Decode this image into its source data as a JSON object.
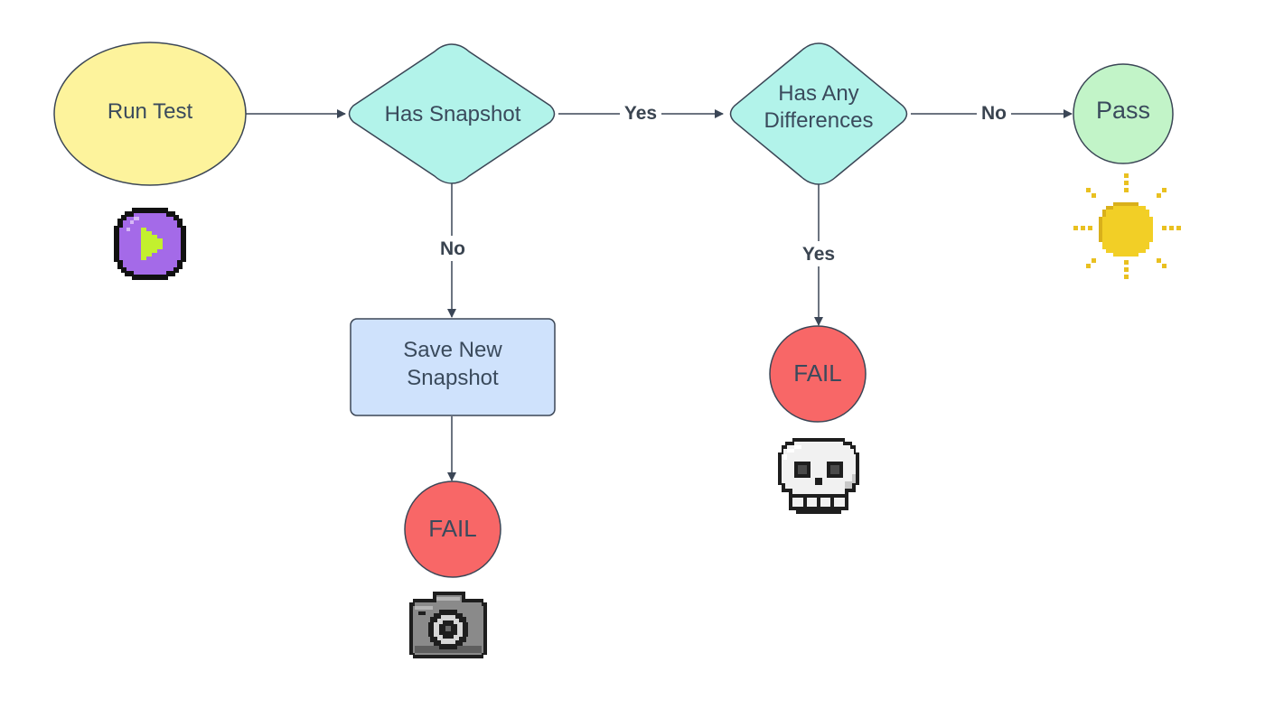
{
  "diagram": {
    "nodes": {
      "run_test": {
        "label": "Run Test",
        "shape": "ellipse",
        "color": "#fdf39c"
      },
      "has_snapshot": {
        "label": "Has Snapshot",
        "shape": "diamond",
        "color": "#b2f3ea"
      },
      "has_differences": {
        "line1": "Has Any",
        "line2": "Differences",
        "shape": "diamond",
        "color": "#b2f3ea"
      },
      "pass": {
        "label": "Pass",
        "shape": "circle",
        "color": "#c2f4c8"
      },
      "save_snapshot": {
        "line1": "Save New",
        "line2": "Snapshot",
        "shape": "rounded-rect",
        "color": "#cfe2fc"
      },
      "fail_snapshot": {
        "label": "FAIL",
        "shape": "circle",
        "color": "#f86767"
      },
      "fail_differences": {
        "label": "FAIL",
        "shape": "circle",
        "color": "#f86767"
      }
    },
    "edges": {
      "snapshot_yes": "Yes",
      "snapshot_no": "No",
      "differences_yes": "Yes",
      "differences_no": "No"
    },
    "icons": {
      "play": {
        "name": "play-icon",
        "fill": "#a46ae8",
        "accent": "#c3f02e"
      },
      "sun": {
        "name": "sun-icon",
        "fill": "#f2cf26"
      },
      "skull": {
        "name": "skull-icon",
        "fill": "#efefef"
      },
      "camera": {
        "name": "camera-icon",
        "fill": "#8a8a8a"
      }
    }
  }
}
